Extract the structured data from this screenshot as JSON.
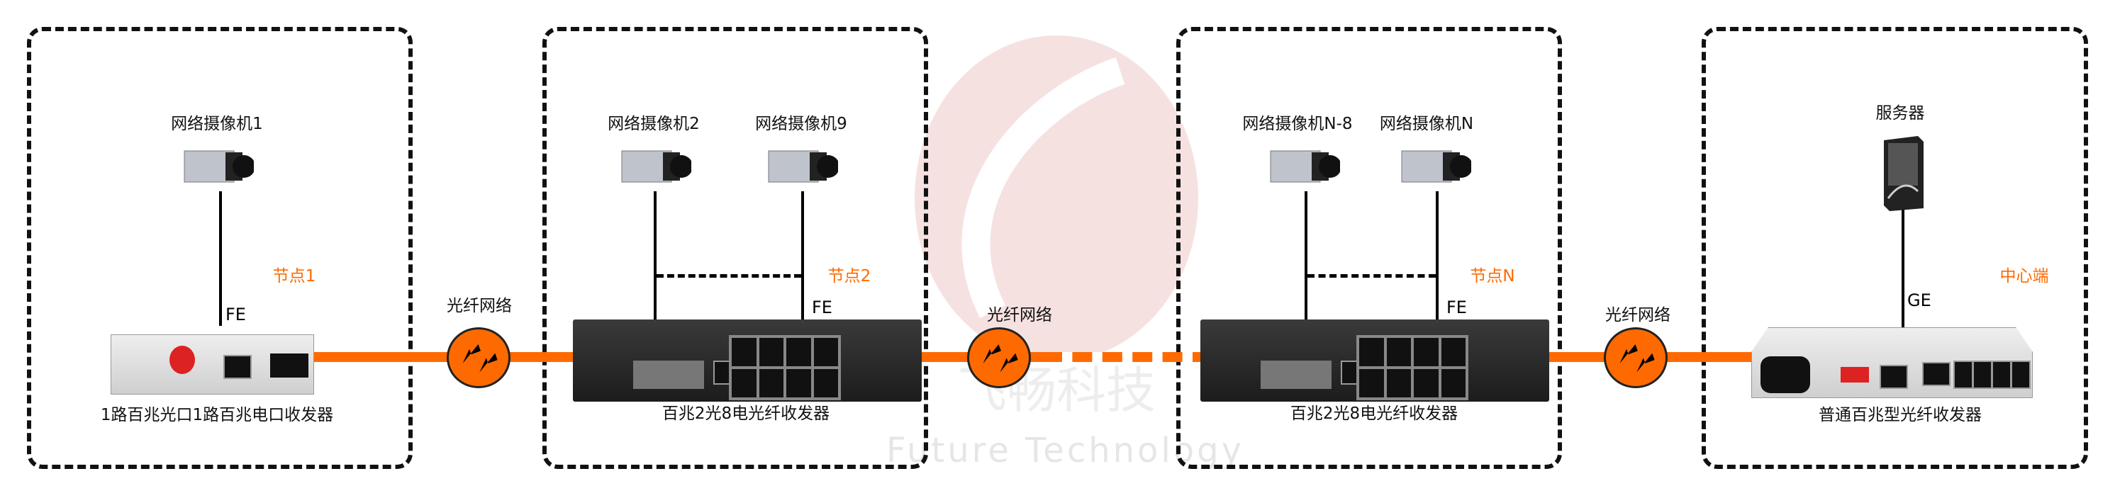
{
  "nodes": [
    {
      "cameras": [
        "网络摄像机1"
      ],
      "node_label": "节点1",
      "link": "FE",
      "device": "1路百兆光口1路百兆电口收发器"
    },
    {
      "cameras": [
        "网络摄像机2",
        "网络摄像机9"
      ],
      "node_label": "节点2",
      "link": "FE",
      "device": "百兆2光8电光纤收发器"
    },
    {
      "cameras": [
        "网络摄像机N-8",
        "网络摄像机N"
      ],
      "node_label": "节点N",
      "link": "FE",
      "device": "百兆2光8电光纤收发器"
    },
    {
      "server": "服务器",
      "node_label": "中心端",
      "link": "GE",
      "device": "普通百兆型光纤收发器"
    }
  ],
  "fiber_network_label": "光纤网络",
  "watermark": {
    "text": "飞畅科技",
    "subtext": "Future Technology"
  },
  "colors": {
    "fiber": "#ff6a00",
    "node_label": "#ff6a00",
    "border": "#111111"
  }
}
